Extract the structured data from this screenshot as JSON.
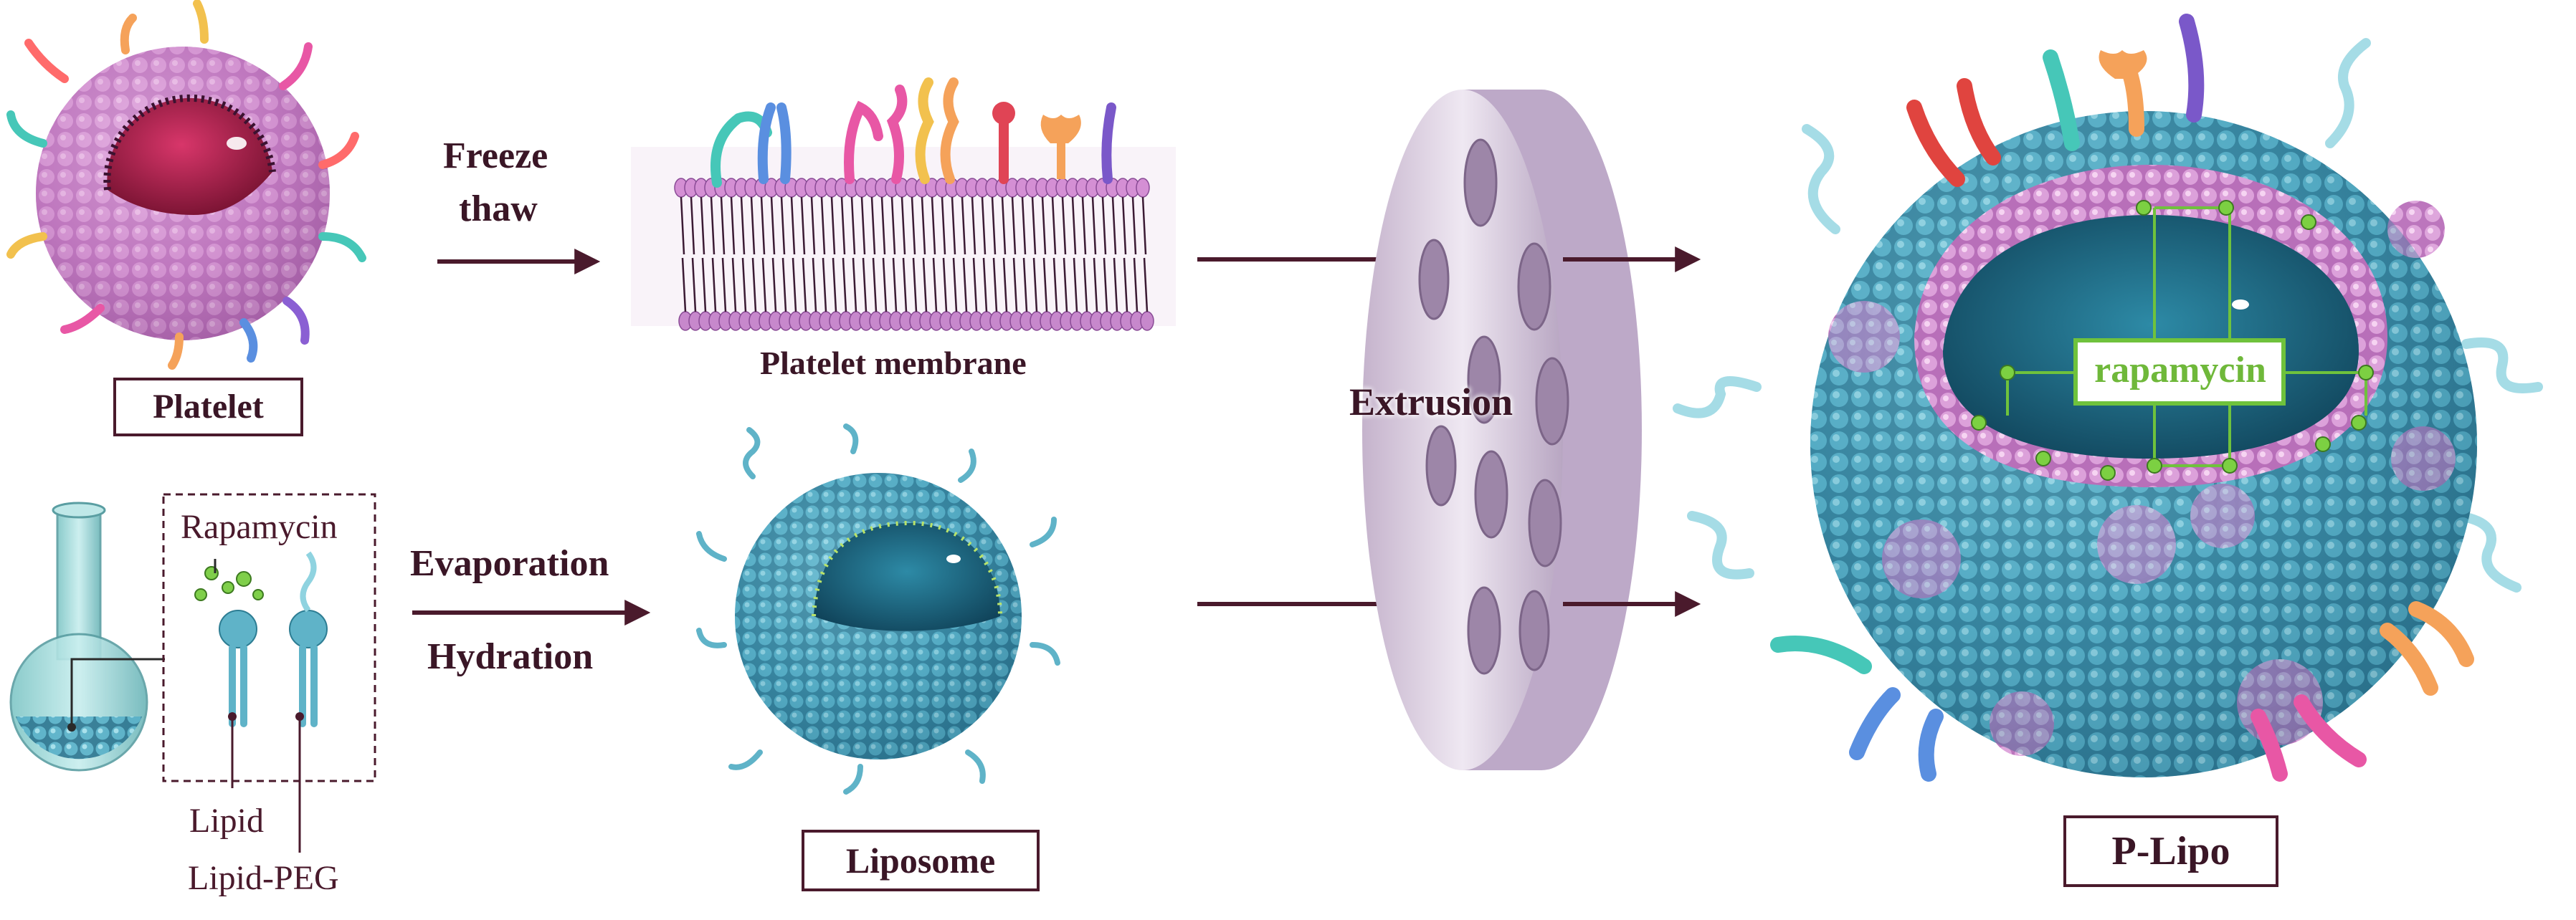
{
  "labels": {
    "platelet": "Platelet",
    "freeze": "Freeze",
    "thaw": "thaw",
    "platelet_membrane": "Platelet membrane",
    "extrusion": "Extrusion",
    "p_lipo": "P-Lipo",
    "rapamycin_core": "rapamycin",
    "rapamycin": "Rapamycin",
    "evaporation": "Evaporation",
    "hydration": "Hydration",
    "liposome": "Liposome",
    "lipid": "Lipid",
    "lipid_peg": "Lipid-PEG"
  },
  "colors": {
    "label_text": "#3a1626",
    "arrow": "#4a1a2c",
    "platelet_pink": "#c97fc6",
    "platelet_core": "#b0234e",
    "liposome_blue": "#4fa6bf",
    "membrane_pink": "#d48fd4",
    "filter": "#d9cfe0",
    "pegs": "#7ec8d8",
    "rapamycin_green": "#6fc23c"
  }
}
